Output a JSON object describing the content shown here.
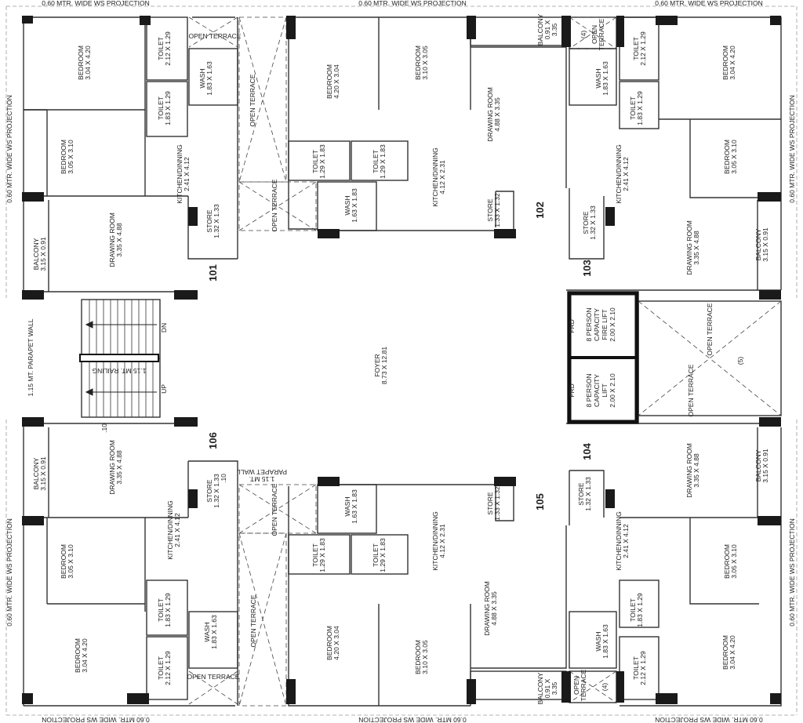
{
  "projections": {
    "top_left": "0.60 MTR. WIDE WS PROJECTION",
    "top_center": "0.60 MTR. WIDE WS PROJECTION",
    "top_right": "0.60 MTR. WIDE WS PROJECTION",
    "bottom_left": "0.60 MTR. WIDE WS PROJECTION",
    "bottom_center": "0.60 MTR. WIDE WS PROJECTION",
    "bottom_right": "0.60 MTR. WIDE WS PROJECTION",
    "left_top": "0.60 MTR. WIDE WS PROJECTION",
    "left_bottom": "0.60 MTR. WIDE WS PROJECTION",
    "right_top": "0.60 MTR. WIDE WS PROJECTION",
    "right_bottom": "0.60 MTR. WIDE WS PROJECTION"
  },
  "units": {
    "u101": "101",
    "u102": "102",
    "u103": "103",
    "u104": "104",
    "u105": "105",
    "u106": "106"
  },
  "labels": {
    "parapet_left": "1.15 MT. PARAPET WALL",
    "railing": "1.15 MT. RAILING",
    "stair_dn": "DN",
    "stair_up": "UP",
    "stair_dim": ".10",
    "foyer": [
      "FOYER",
      "8.73 X 12.81"
    ],
    "fire_lift": [
      "8 PERSON",
      "CAPACITY",
      "FIRE LIFT",
      "2.00 X 2.10"
    ],
    "lift": [
      "8 PERSON",
      "CAPACITY",
      "LIFT",
      "2.00 X 2.10"
    ],
    "frd": "FRD",
    "open_terrace_right": "OPEN TERRACE",
    "terrace_5": "(5)",
    "parapet_bottom": [
      "1.15 MT.",
      "PARAPET WALL"
    ],
    "dim_10": ".10",
    "u101": {
      "bedroom1": [
        "BEDROOM",
        "3.04 X 4.20"
      ],
      "toilet1": [
        "TOILET",
        "2.12 X 1.29"
      ],
      "open_terrace": "OPEN TERRACE",
      "wash": [
        "WASH",
        "1.83 X 1.63"
      ],
      "toilet2": [
        "TOILET",
        "1.83 X 1.29"
      ],
      "bedroom2": [
        "BEDROOM",
        "3.05 X 3.10"
      ],
      "kitchen": [
        "KITCHEN/DINNING",
        "2.41 X 4.12"
      ],
      "drawing": [
        "DRAWING ROOM",
        "3.35 X 4.88"
      ],
      "store": [
        "STORE",
        "1.32 X 1.33"
      ],
      "balcony": [
        "BALCONY",
        "3.15 X 0.91"
      ]
    },
    "u102": {
      "bedroom1": [
        "BEDROOM",
        "4.20 X 3.04"
      ],
      "bedroom2": [
        "BEDROOM",
        "3.10 X 3.05"
      ],
      "balcony": [
        "BALCONY",
        "0.91 X",
        "3.35"
      ],
      "drawing": [
        "DRAWING ROOM",
        "4.88 X 3.35"
      ],
      "toilet1": [
        "TOILET",
        "1.29 X 1.83"
      ],
      "toilet2": [
        "TOILET",
        "1.29 X 1.83"
      ],
      "kitchen": [
        "KITCHEN/DINNING",
        "4.12 X 2.31"
      ],
      "wash": [
        "WASH",
        "1.63 X 1.83"
      ],
      "store": [
        "STORE",
        "1.33 X 1.32"
      ],
      "open_terrace1": "OPEN TERRACE",
      "open_terrace2": "OPEN TERRACE"
    },
    "u103": {
      "open_terrace": [
        "OPEN",
        "TERRACE"
      ],
      "terrace_no": "(4)",
      "toilet1": [
        "TOILET",
        "2.12 X 1.29"
      ],
      "bedroom1": [
        "BEDROOM",
        "3.04 X 4.20"
      ],
      "wash": [
        "WASH",
        "1.83 X 1.63"
      ],
      "toilet2": [
        "TOILET",
        "1.83 X 1.29"
      ],
      "kitchen": [
        "KITCHEN/DINNING",
        "2.41 X 4.12"
      ],
      "bedroom2": [
        "BEDROOM",
        "3.05 X 3.10"
      ],
      "store": [
        "STORE",
        "1.32 X 1.33"
      ],
      "drawing": [
        "DRAWING ROOM",
        "3.35 X 4.88"
      ],
      "balcony": [
        "BALCONY",
        "3.15 X 0.91"
      ]
    },
    "u104": {
      "store": [
        "STORE",
        "1.32 X 1.33"
      ],
      "kitchen": [
        "KITCHEN/DINNING",
        "2.41 X 4.12"
      ],
      "drawing": [
        "DRAWING ROOM",
        "3.35 X 4.88"
      ],
      "balcony": [
        "BALCONY",
        "3.15 X 0.91"
      ],
      "bedroom2": [
        "BEDROOM",
        "3.05 X 3.10"
      ],
      "toilet2": [
        "TOILET",
        "1.83 X 1.29"
      ],
      "wash": [
        "WASH",
        "1.83 X 1.63"
      ],
      "toilet1": [
        "TOILET",
        "2.12 X 1.29"
      ],
      "bedroom1": [
        "BEDROOM",
        "3.04 X 4.20"
      ],
      "open_terrace": [
        "OPEN",
        "TERRACE"
      ],
      "terrace_no": "(4)"
    },
    "u105": {
      "wash": [
        "WASH",
        "1.63 X 1.83"
      ],
      "store": [
        "STORE",
        "1.33 X 1.32"
      ],
      "kitchen": [
        "KITCHEN/DINNING",
        "4.12 X 2.31"
      ],
      "toilet1": [
        "TOILET",
        "1.29 X 1.83"
      ],
      "toilet2": [
        "TOILET",
        "1.29 X 1.83"
      ],
      "drawing": [
        "DRAWING ROOM",
        "4.88 X 3.35"
      ],
      "bedroom1": [
        "BEDROOM",
        "4.20 X 3.04"
      ],
      "bedroom2": [
        "BEDROOM",
        "3.10 X 3.05"
      ],
      "balcony": [
        "BALCONY",
        "0.91 X",
        "3.35"
      ],
      "open_terrace1": "OPEN TERRACE",
      "open_terrace2": "OPEN TERRACE"
    },
    "u106": {
      "drawing": [
        "DRAWING ROOM",
        "3.35 X 4.88"
      ],
      "balcony": [
        "BALCONY",
        "3.15 X 0.91"
      ],
      "store": [
        "STORE",
        "1.32 X 1.33"
      ],
      "kitchen": [
        "KITCHEN/DINNING",
        "2.41 X 4.12"
      ],
      "bedroom2": [
        "BEDROOM",
        "3.05 X 3.10"
      ],
      "toilet2": [
        "TOILET",
        "1.83 X 1.29"
      ],
      "wash": [
        "WASH",
        "1.83 X 1.63"
      ],
      "bedroom1": [
        "BEDROOM",
        "3.04 X 4.20"
      ],
      "toilet1": [
        "TOILET",
        "2.12 X 1.29"
      ],
      "open_terrace": "OPEN TERRACE",
      "open_terrace2": "OPEN TERRACE"
    }
  },
  "colors": {
    "wall": "#1a1a1a",
    "line": "#333333",
    "dash": "#444444",
    "paper": "#ffffff"
  }
}
